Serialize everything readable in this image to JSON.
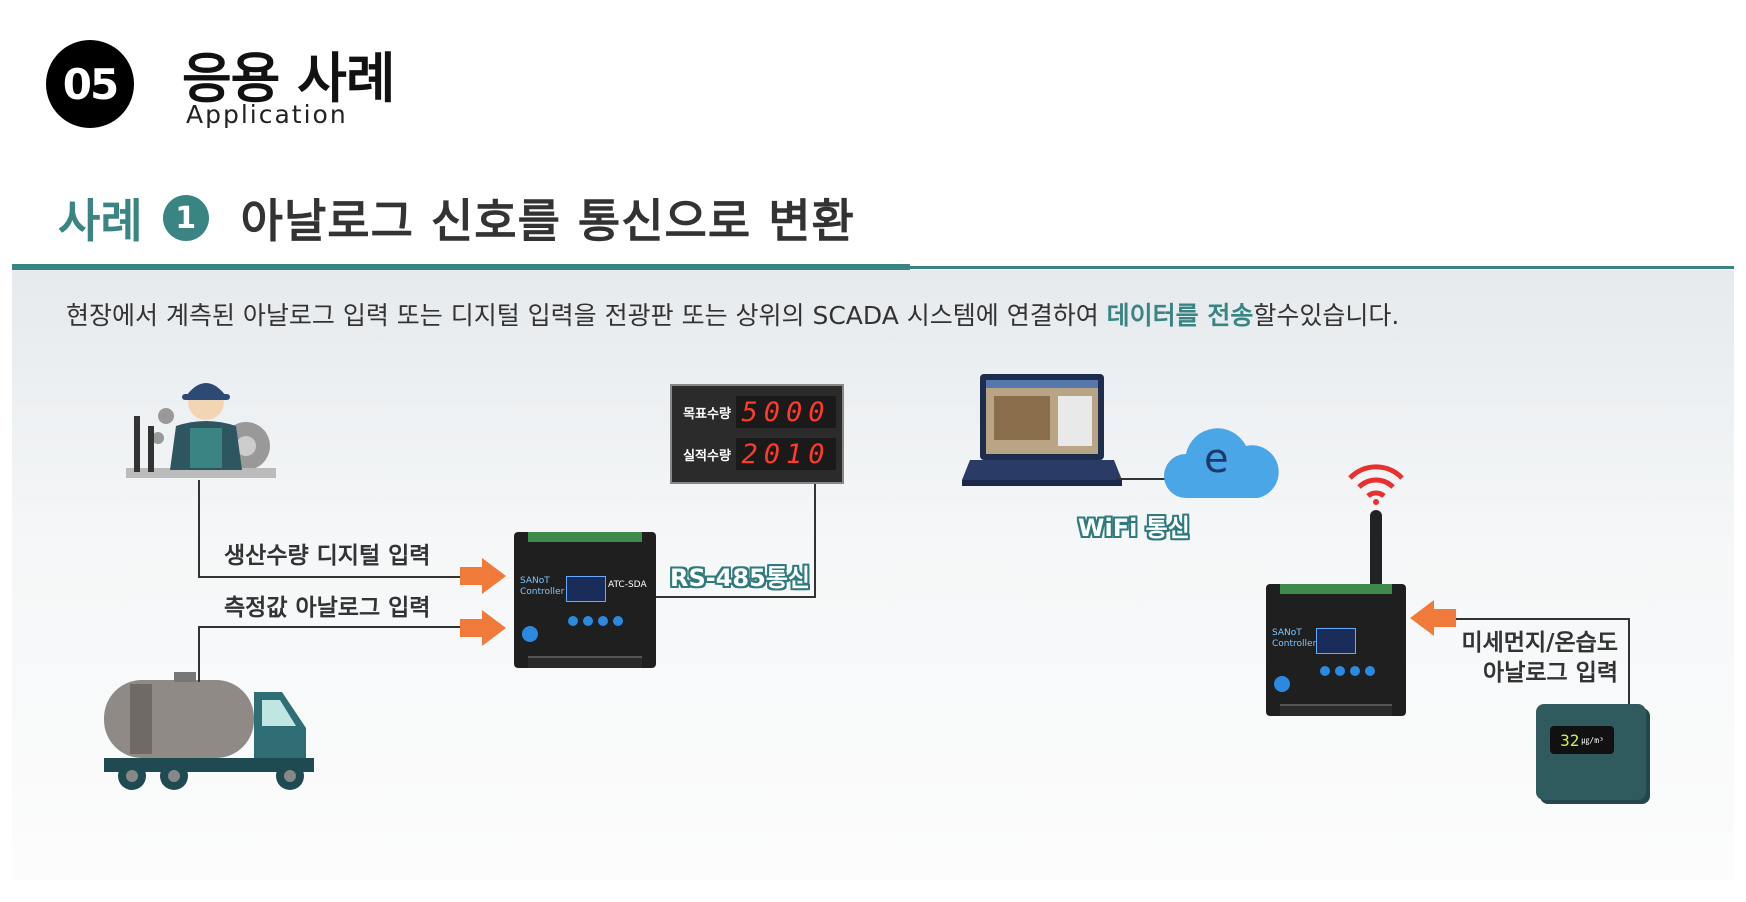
{
  "header": {
    "section_number": "05",
    "title": "응용 사례",
    "subtitle": "Application"
  },
  "case": {
    "label": "사례",
    "number": "1",
    "title": "아날로그 신호를 통신으로 변환"
  },
  "description": {
    "text_before": "현장에서 계측된 아날로그  입력 또는 디지털 입력을 전광판 또는 상위의 SCADA 시스템에 연결하여 ",
    "highlight": "데이터를 전송",
    "text_after": "할수있습니다."
  },
  "display_board": {
    "rows": [
      {
        "label": "목표수량",
        "value": "5000"
      },
      {
        "label": "실적수량",
        "value": "2010"
      }
    ]
  },
  "controller": {
    "brand": "SANoT Controller",
    "model": "ATC-SDA"
  },
  "labels": {
    "digital_input": "생산수량 디지털 입력",
    "analog_input": "측정값 아날로그 입력",
    "rs485": "RS-485통신",
    "wifi": "WiFi 통신",
    "cloud_letter": "e",
    "dust_line1": "미세먼지/온습도",
    "dust_line2": "아날로그 입력"
  },
  "sensor": {
    "value": "32",
    "unit": "㎍/m³"
  },
  "colors": {
    "accent": "#3a8584",
    "arrow": "#ef7a3a",
    "led_red": "#ff3a2a",
    "cloud": "#4aa6e6",
    "wifi": "#e8302e"
  }
}
